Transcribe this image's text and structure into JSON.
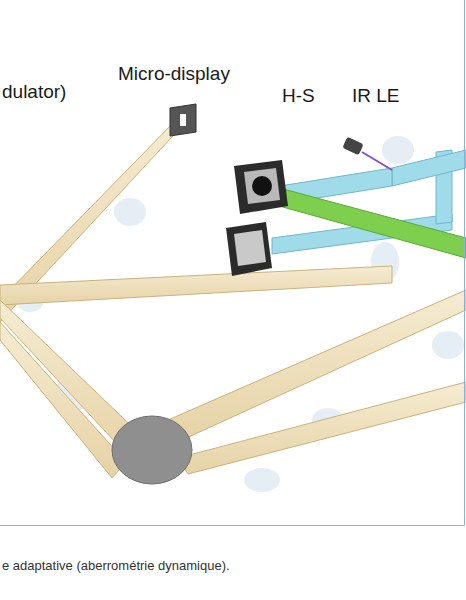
{
  "diagram": {
    "caption": "e adaptative (aberrométrie dynamique).",
    "labels": [
      "dulator)",
      "Micro-display",
      "H-S",
      "IR LE"
    ]
  }
}
